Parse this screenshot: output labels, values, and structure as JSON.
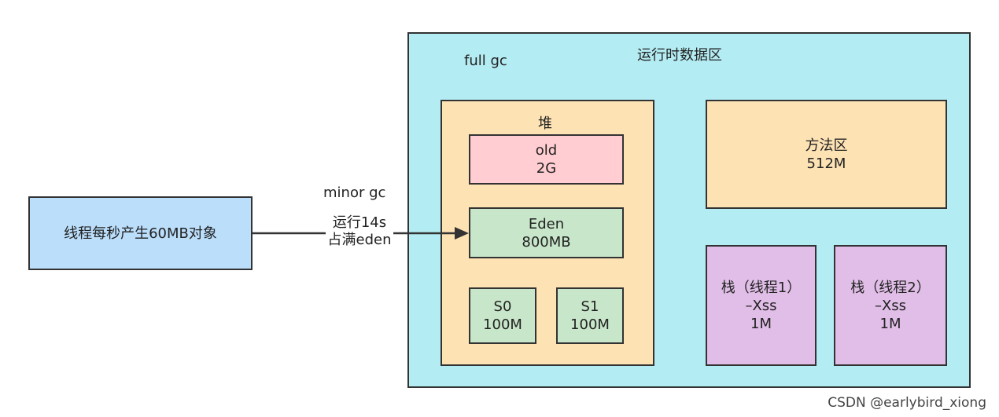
{
  "runtime_area": {
    "title": "运行时数据区",
    "label": "full gc"
  },
  "heap": {
    "title": "堆",
    "old": {
      "name": "old",
      "size": "2G"
    },
    "eden": {
      "name": "Eden",
      "size": "800MB"
    },
    "s0": {
      "name": "S0",
      "size": "100M"
    },
    "s1": {
      "name": "S1",
      "size": "100M"
    }
  },
  "method_area": {
    "name": "方法区",
    "size": "512M"
  },
  "stacks": [
    {
      "name": "栈（线程1）",
      "option": "–Xss",
      "size": "1M"
    },
    {
      "name": "栈（线程2）",
      "option": "–Xss",
      "size": "1M"
    }
  ],
  "thread": {
    "label": "线程每秒产生60MB对象"
  },
  "edge": {
    "title": "minor gc",
    "line1": "运行14s",
    "line2": "占满eden"
  },
  "watermark": "CSDN @earlybird_xiong"
}
